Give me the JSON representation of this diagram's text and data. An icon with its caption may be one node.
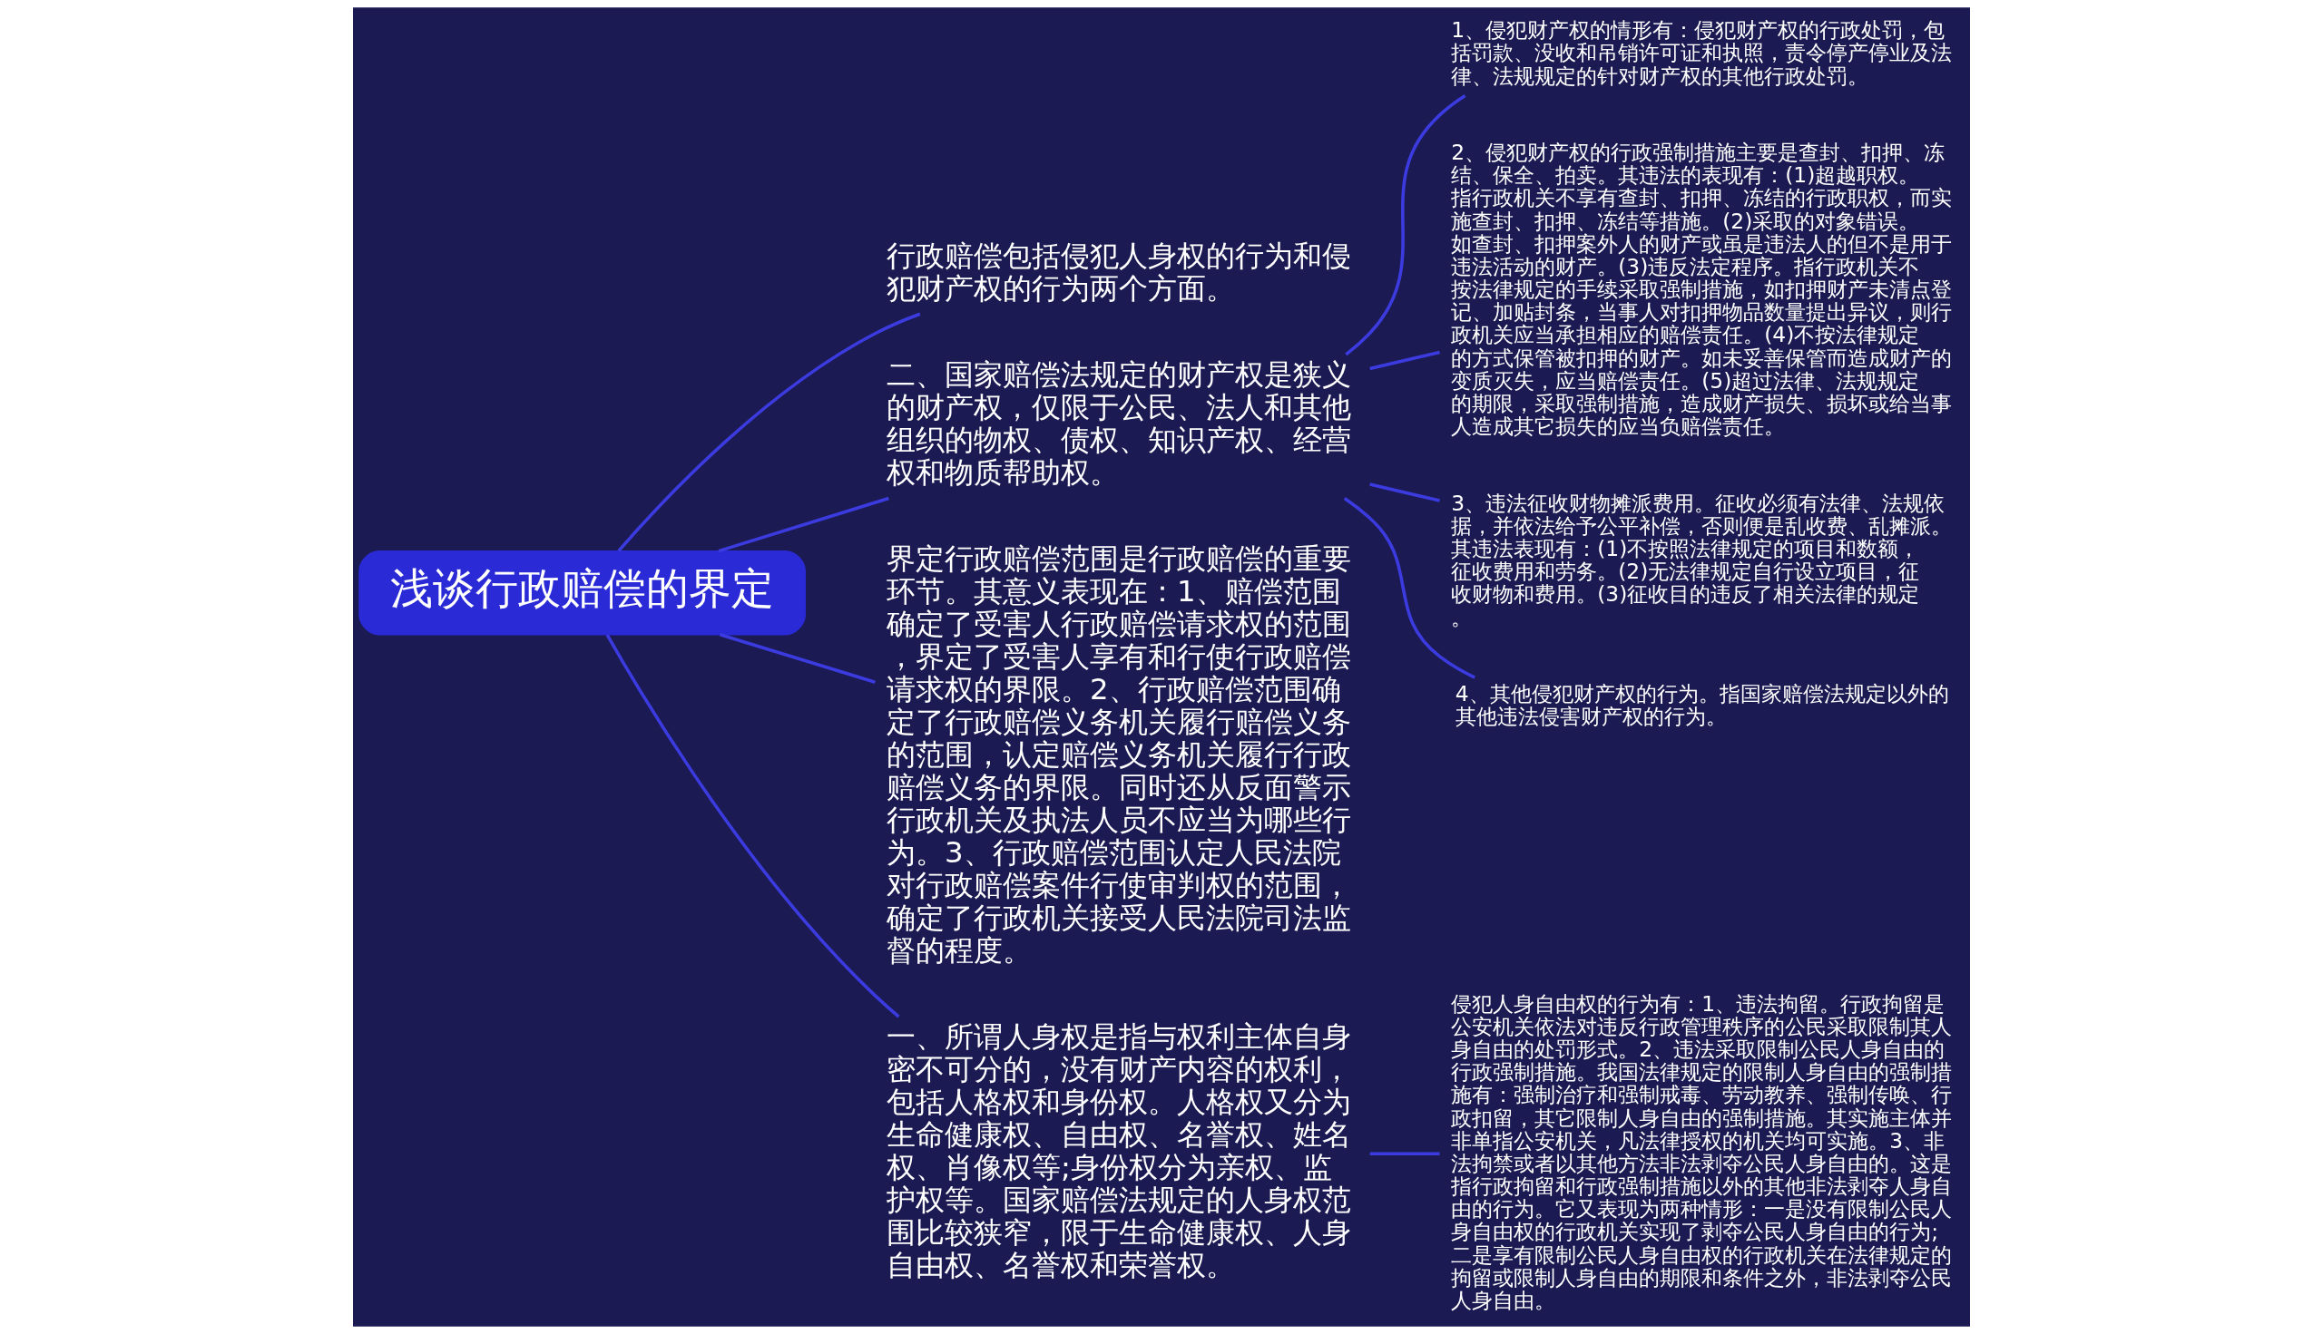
{
  "diagram": {
    "nodes": [
      {
        "text": [
          "浅谈行政赔偿的界定"
        ]
      },
      {
        "text": [
          "行政赔偿包括侵犯人身权的行为和侵犯财产权的行为两个方面。"
        ]
      },
      {
        "text": [
          "二、国家赔偿法规定的财产权是狭义的财产权，仅限于公民、法人和其他组织的物权、债权、知识产权、经营权和物质帮助权。"
        ]
      },
      {
        "text": [
          "1、侵犯财产权的情形有：侵犯财产权的行政处罚，包括罚款、没收和吊销许可证和执照，责令停产停业及法律、法规规定的针对财产权的其他行政处罚。"
        ]
      },
      {
        "text": [
          "2、侵犯财产权的行政强制措施主要是查封、扣押、冻结、保全、拍卖。其违法的表现有：(1)超越职权。指行政机关不享有查封、扣押、冻结的行政职权，而实施查封、扣押、冻结等措施。(2)采取的对象错误。如查封、扣押案外人的财产或虽是违法人的但不是用于违法活动的财产。(3)违反法定程序。指行政机关不按法律规定的手续采取强制措施，如扣押财产未清点登记、加贴封条，当事人对扣押物品数量提出异议，则行政机关应当承担相应的赔偿责任。(4)不按法律规定的方式保管被扣押的财产。如未妥善保管而造成财产的变质灭失，应当赔偿责任。(5)超过法律、法规规定的期限，采取强制措施，造成财产损失、损坏或给当事人造成其它损失的应当负赔偿责任。"
        ]
      },
      {
        "text": [
          "3、违法征收财物摊派费用。征收必须有法律、法规依据，并依法给予公平补偿，否则便是乱收费、乱摊派。其违法表现有：(1)不按照法律规定的项目和数额，征收费用和劳务。(2)无法律规定自行设立项目，征收财物和费用。(3)征收目的违反了相关法律的规定。"
        ]
      },
      {
        "text": [
          "4、其他侵犯财产权的行为。指国家赔偿法规定以外的其他违法侵害财产权的行为。"
        ]
      },
      {
        "text": [
          "界定行政赔偿范围是行政赔偿的重要环节。其意义表现在：1、赔偿范围确定了受害人行政赔偿请求权的范围，界定了受害人享有和行使行政赔偿请求权的界限。2、行政赔偿范围确定了行政赔偿义务机关履行赔偿义务的范围，认定赔偿义务机关履行行政赔偿义务的界限。同时还从反面警示行政机关及执法人员不应当为哪些行为。3、行政赔偿范围认定人民法院对行政赔偿案件行使审判权的范围，确定了行政机关接受人民法院司法监督的程度。"
        ]
      },
      {
        "text": [
          "一、所谓人身权是指与权利主体自身密不可分的，没有财产内容的权利，包括人格权和身份权。人格权又分为生命健康权、自由权、名誉权、姓名权、肖像权等;身份权分为亲权、监护权等。国家赔偿法规定的人身权范围比较狭窄，限于生命健康权、人身自由权、名誉权和荣誉权。"
        ]
      },
      {
        "text": [
          "侵犯人身自由权的行为有：1、违法拘留。行政拘留是公安机关依法对违反行政管理秩序的公民采取限制其人身自由的处罚形式。2、违法采取限制公民人身自由的行政强制措施。我国法律规定的限制人身自由的强制措施有：强制治疗和强制戒毒、劳动教养、强制传唤、行政扣留，其它限制人身自由的强制措施。其实施主体并非单指公安机关，凡法律授权的机关均可实施。3、非法拘禁或者以其他方法非法剥夺公民人身自由的。这是指行政拘留和行政强制措施以外的其他非法剥夺人身自由的行为。它又表现为两种情形：一是没有限制公民人身自由权的行政机关实现了剥夺公民人身自由的行为;二是享有限制公民人身自由权的行政机关在法律规定的拘留或限制人身自由的期限和条件之外，非法剥夺公民人身自由。"
        ]
      }
    ],
    "edges": [
      {
        "from": 0,
        "to": 1,
        "arrow": "none"
      },
      {
        "from": 0,
        "to": 2,
        "arrow": "none"
      },
      {
        "from": 2,
        "to": 3,
        "arrow": "none"
      },
      {
        "from": 2,
        "to": 4,
        "arrow": "none"
      },
      {
        "from": 2,
        "to": 5,
        "arrow": "none"
      },
      {
        "from": 2,
        "to": 6,
        "arrow": "none"
      },
      {
        "from": 0,
        "to": 7,
        "arrow": "none"
      },
      {
        "from": 0,
        "to": 8,
        "arrow": "none"
      },
      {
        "from": 8,
        "to": 9,
        "arrow": "none"
      }
    ]
  }
}
